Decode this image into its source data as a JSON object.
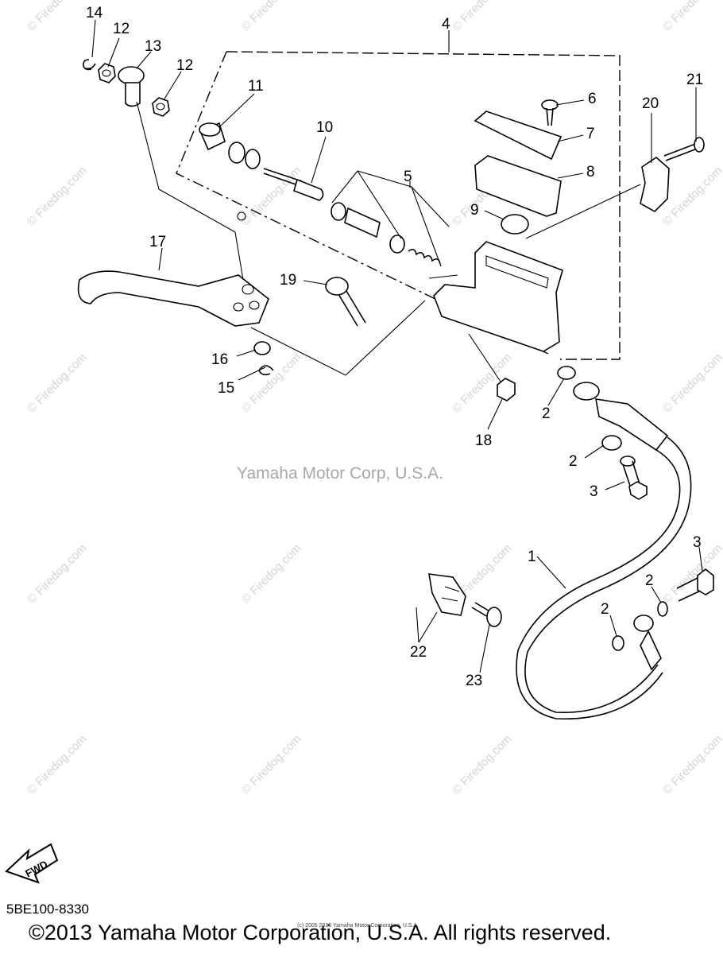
{
  "part_labels": [
    "14",
    "12",
    "13",
    "12",
    "11",
    "10",
    "4",
    "6",
    "7",
    "5",
    "8",
    "9",
    "20",
    "21",
    "17",
    "19",
    "16",
    "15",
    "18",
    "2",
    "2",
    "3",
    "1",
    "3",
    "2",
    "2",
    "22",
    "23"
  ],
  "watermark": "© Firedog.com",
  "center_watermark": "Yamaha Motor Corp, U.S.A.",
  "fwd_arrow_text": "FWD",
  "diagram_code": "5BE100-8330",
  "copyright": "©2013 Yamaha Motor Corporation, U.S.A. All rights reserved.",
  "small_copyright": "(c) 2005 2016 Yamaha Motor Corporation, U.S.A.",
  "colors": {
    "line": "#000000",
    "watermark": "#d4d4d4",
    "center_watermark": "#a8a8a8"
  }
}
